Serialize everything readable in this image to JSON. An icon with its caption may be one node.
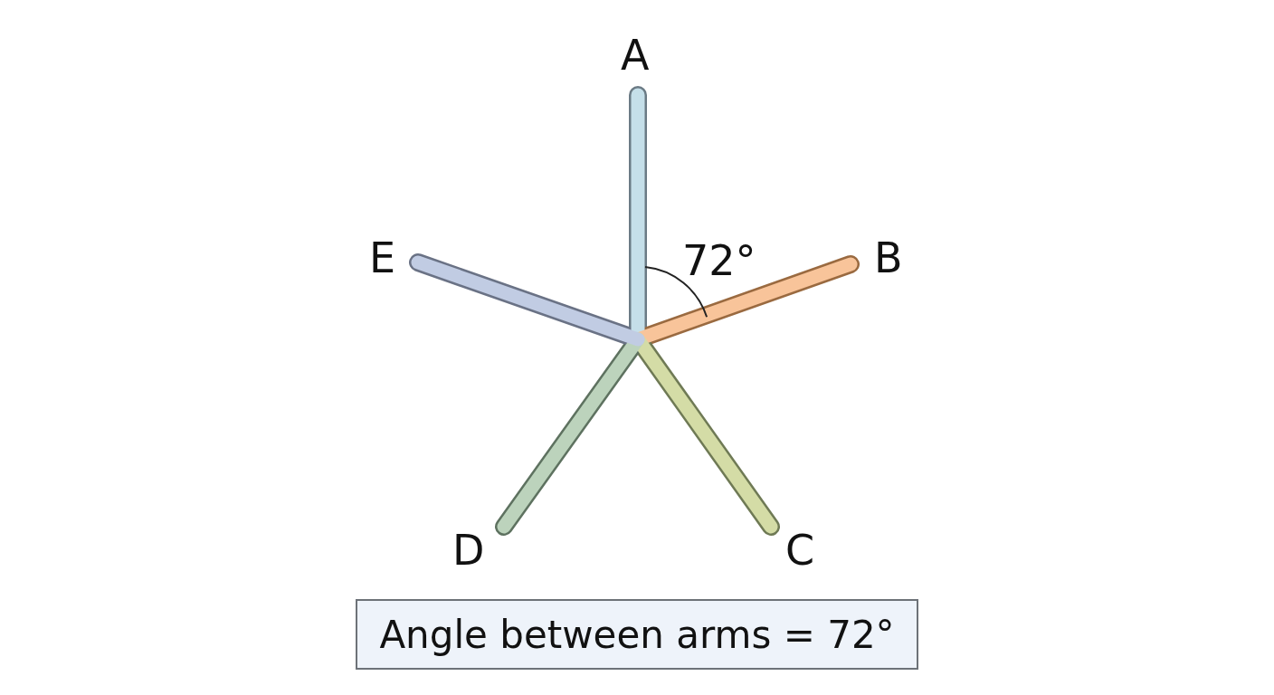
{
  "diagram": {
    "nodes": [
      {
        "text": [
          "Angle between arms = 72°"
        ]
      }
    ],
    "labels": [
      "A",
      "E",
      "72°",
      "B",
      "D",
      "C"
    ]
  }
}
